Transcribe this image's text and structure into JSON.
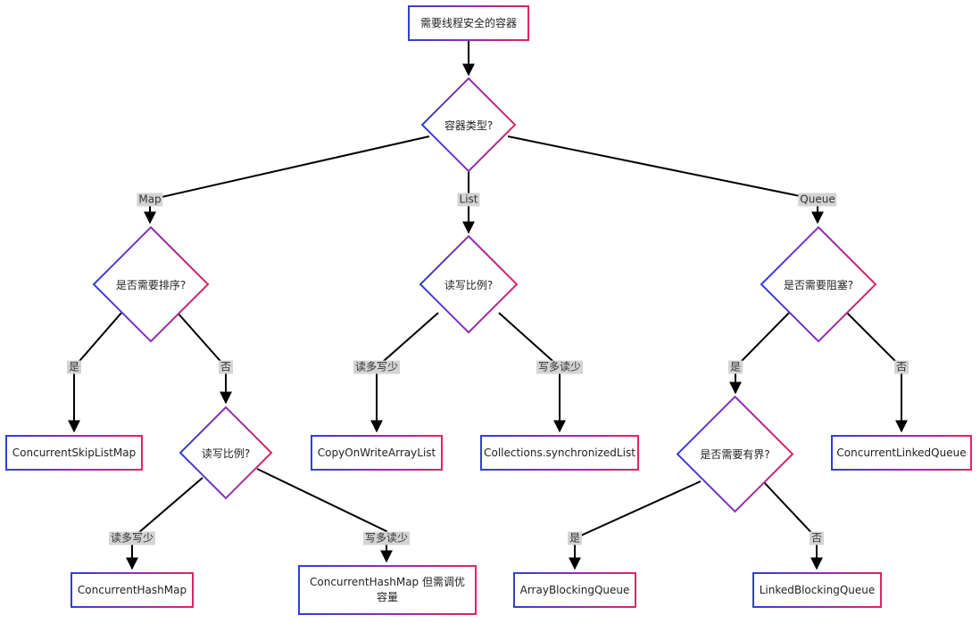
{
  "nodes": {
    "start": "需要线程安全的容器",
    "type_q": "容器类型?",
    "sort_q": "是否需要排序?",
    "rw_list_q": "读写比例?",
    "block_q": "是否需要阻塞?",
    "skiplist": "ConcurrentSkipListMap",
    "rw_map_q": "读写比例?",
    "cow": "CopyOnWriteArrayList",
    "synclist": "Collections.synchronizedList",
    "bound_q": "是否需要有界?",
    "clq": "ConcurrentLinkedQueue",
    "chm": "ConcurrentHashMap",
    "chm_tune_line1": "ConcurrentHashMap 但需调优",
    "chm_tune_line2": "容量",
    "abq": "ArrayBlockingQueue",
    "lbq": "LinkedBlockingQueue"
  },
  "edge_labels": {
    "map": "Map",
    "list": "List",
    "queue": "Queue",
    "sort_yes": "是",
    "sort_no": "否",
    "list_read": "读多写少",
    "list_write": "写多读少",
    "block_yes": "是",
    "block_no": "否",
    "map_read": "读多写少",
    "map_write": "写多读少",
    "bound_yes": "是",
    "bound_no": "否"
  },
  "colors": {
    "gradient_start": "#2f3fd6",
    "gradient_mid": "#8a2fb8",
    "gradient_end": "#e0245e",
    "label_bg": "#d4d4d4",
    "edge": "#000000"
  }
}
